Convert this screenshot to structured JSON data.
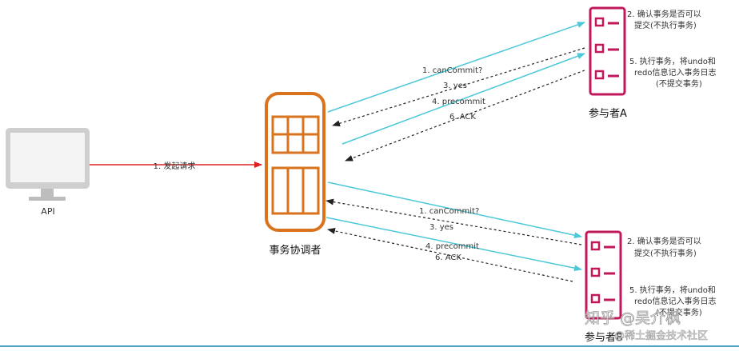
{
  "api": {
    "label": "API"
  },
  "coordinator": {
    "label": "事务协调者"
  },
  "participants": {
    "a": {
      "label": "参与者A"
    },
    "b": {
      "label": "参与者B"
    }
  },
  "request_arrow": {
    "label": "1. 发起请求"
  },
  "flow_a": {
    "can_commit": "1. canCommit?",
    "yes": "3. yes",
    "precommit": "4. precommit",
    "ack": "6. ACK"
  },
  "flow_b": {
    "can_commit": "1. canCommit?",
    "yes": "3. yes",
    "precommit": "4. precommit",
    "ack": "6. ACK"
  },
  "notes_a": {
    "confirm_line1": "2. 确认事务是否可以",
    "confirm_line2": "提交(不执行事务)",
    "exec_line1": "5. 执行事务，将undo和",
    "exec_line2": "redo信息记入事务日志",
    "exec_line3": "(不提交事务)"
  },
  "notes_b": {
    "confirm_line1": "2. 确认事务是否可以",
    "confirm_line2": "提交(不执行事务)",
    "exec_line1": "5. 执行事务，将undo和",
    "exec_line2": "redo信息记入事务日志",
    "exec_line3": "(不提交事务)"
  },
  "watermark": {
    "line1": "知乎 @吴介枫",
    "line2": "@稀土掘金技术社区"
  },
  "colors": {
    "request_arrow": "#e02020",
    "cyan_arrow": "#4cc8d8",
    "dashed_arrow": "#222222",
    "coordinator": "#d9731e",
    "participant": "#c2185b",
    "monitor_frame": "#c8c8c8",
    "monitor_screen": "#f2f2f2"
  }
}
